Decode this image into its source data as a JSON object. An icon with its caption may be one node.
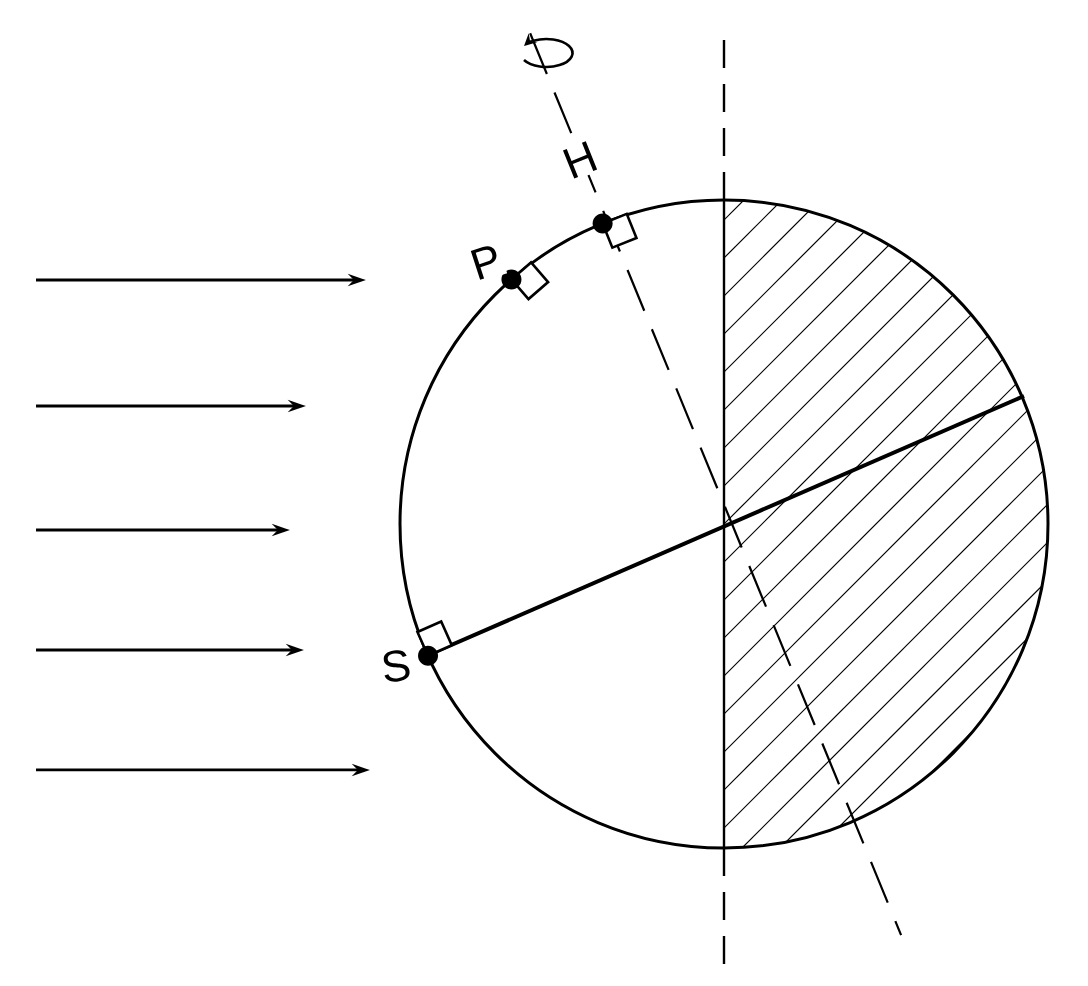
{
  "diagram": {
    "labels": [
      "H",
      "P",
      "S"
    ]
  }
}
